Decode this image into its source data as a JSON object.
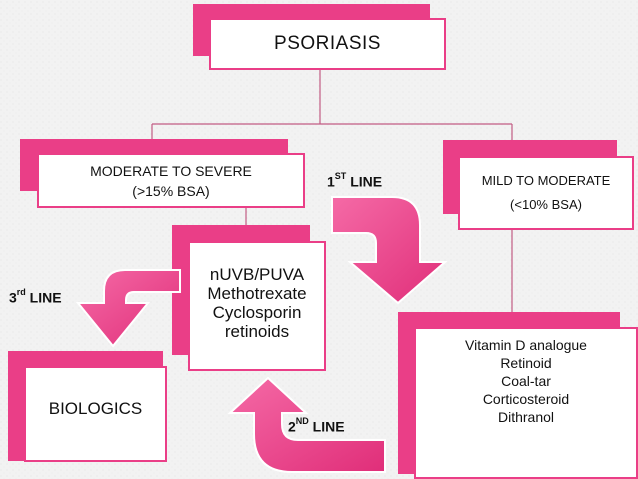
{
  "colors": {
    "accent": "#ea3e87",
    "box_fill": "#ffffff",
    "box_border": "#ea3e87",
    "connector": "#c25c84",
    "background": "#f2f2f2"
  },
  "nodes": {
    "root": "PSORIASIS",
    "moderate_severe": {
      "line1": "MODERATE TO SEVERE",
      "line2": "(>15% BSA)"
    },
    "mild_moderate": {
      "line1": "MILD TO MODERATE",
      "line2": "(<10% BSA)"
    },
    "systemic": [
      "nUVB/PUVA",
      "Methotrexate",
      "Cyclosporin",
      "retinoids"
    ],
    "topical": [
      "Vitamin D analogue",
      "Retinoid",
      "Coal-tar",
      "Corticosteroid",
      "Dithranol"
    ],
    "biologics": "BIOLOGICS"
  },
  "labels": {
    "first": {
      "num": "1",
      "sup": "ST",
      "text": " LINE"
    },
    "second": {
      "num": "2",
      "sup": "ND",
      "text": " LINE"
    },
    "third": {
      "num": "3",
      "sup": "rd",
      "text": " LINE"
    }
  }
}
